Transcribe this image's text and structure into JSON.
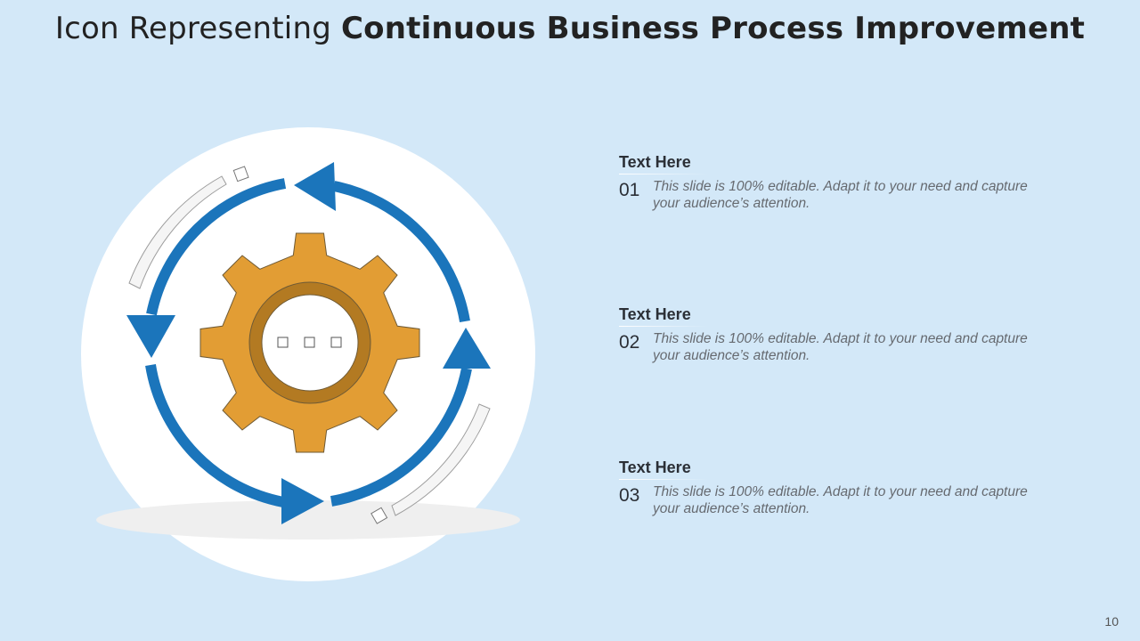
{
  "title": {
    "light": "Icon Representing",
    "bold": "Continuous Business Process Improvement"
  },
  "items": [
    {
      "heading": "Text Here",
      "number": "01",
      "description": "This slide is 100% editable. Adapt it to your need and capture your audience’s attention."
    },
    {
      "heading": "Text Here",
      "number": "02",
      "description": "This slide is 100% editable. Adapt it to your need and capture your audience’s attention."
    },
    {
      "heading": "Text Here",
      "number": "03",
      "description": "This slide is 100% editable. Adapt it to your need and capture your audience’s attention."
    }
  ],
  "page_number": "10",
  "colors": {
    "background": "#d3e8f8",
    "arrow_blue": "#1b75bb",
    "gear_orange": "#e29d34",
    "gear_ring": "#b37a22"
  }
}
